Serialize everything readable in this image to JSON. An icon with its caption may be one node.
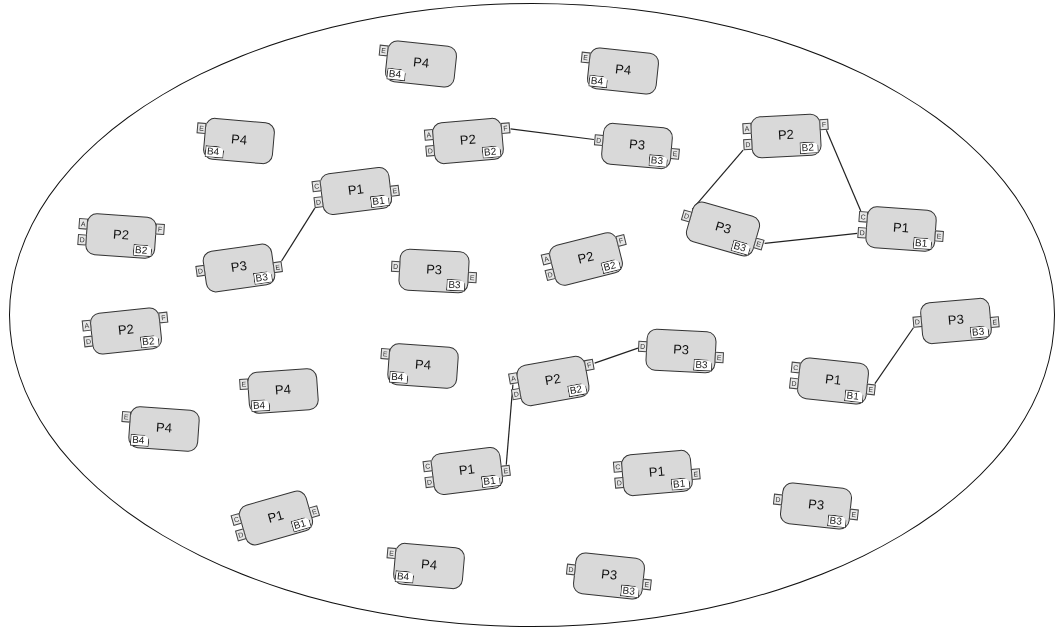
{
  "diagram": {
    "nodes": [
      {
        "text": [],
        "shape": "ellipse"
      },
      {
        "text": [
          "P4"
        ],
        "in": 0
      },
      {
        "text": [
          "E"
        ],
        "in": 1
      },
      {
        "text": [
          "B4"
        ],
        "in": 1
      },
      {
        "text": [
          "P4"
        ],
        "in": 0
      },
      {
        "text": [
          "E"
        ],
        "in": 4
      },
      {
        "text": [
          "B4"
        ],
        "in": 4
      },
      {
        "text": [
          "P4"
        ],
        "in": 0
      },
      {
        "text": [
          "E"
        ],
        "in": 7
      },
      {
        "text": [
          "B4"
        ],
        "in": 7
      },
      {
        "text": [
          "P2"
        ],
        "in": 0
      },
      {
        "text": [
          "A"
        ],
        "in": 10
      },
      {
        "text": [
          "D"
        ],
        "in": 10
      },
      {
        "text": [
          "F"
        ],
        "in": 10
      },
      {
        "text": [
          "B2"
        ],
        "in": 10
      },
      {
        "text": [
          "P3"
        ],
        "in": 0
      },
      {
        "text": [
          "D"
        ],
        "in": 15
      },
      {
        "text": [
          "E"
        ],
        "in": 15
      },
      {
        "text": [
          "B3"
        ],
        "in": 15
      },
      {
        "text": [
          "P2"
        ],
        "in": 0
      },
      {
        "text": [
          "A"
        ],
        "in": 19
      },
      {
        "text": [
          "D"
        ],
        "in": 19
      },
      {
        "text": [
          "F"
        ],
        "in": 19
      },
      {
        "text": [
          "B2"
        ],
        "in": 19
      },
      {
        "text": [
          "P1"
        ],
        "in": 0
      },
      {
        "text": [
          "C"
        ],
        "in": 24
      },
      {
        "text": [
          "D"
        ],
        "in": 24
      },
      {
        "text": [
          "E"
        ],
        "in": 24
      },
      {
        "text": [
          "B1"
        ],
        "in": 24
      },
      {
        "text": [
          "P2"
        ],
        "in": 0
      },
      {
        "text": [
          "A"
        ],
        "in": 29
      },
      {
        "text": [
          "D"
        ],
        "in": 29
      },
      {
        "text": [
          "F"
        ],
        "in": 29
      },
      {
        "text": [
          "B2"
        ],
        "in": 29
      },
      {
        "text": [
          "P3"
        ],
        "in": 0
      },
      {
        "text": [
          "D"
        ],
        "in": 34
      },
      {
        "text": [
          "E"
        ],
        "in": 34
      },
      {
        "text": [
          "B3"
        ],
        "in": 34
      },
      {
        "text": [
          "P1"
        ],
        "in": 0
      },
      {
        "text": [
          "C"
        ],
        "in": 38
      },
      {
        "text": [
          "D"
        ],
        "in": 38
      },
      {
        "text": [
          "E"
        ],
        "in": 38
      },
      {
        "text": [
          "B1"
        ],
        "in": 38
      },
      {
        "text": [
          "P3"
        ],
        "in": 0
      },
      {
        "text": [
          "D"
        ],
        "in": 43
      },
      {
        "text": [
          "E"
        ],
        "in": 43
      },
      {
        "text": [
          "B3"
        ],
        "in": 43
      },
      {
        "text": [
          "P3"
        ],
        "in": 0
      },
      {
        "text": [
          "D"
        ],
        "in": 47
      },
      {
        "text": [
          "E"
        ],
        "in": 47
      },
      {
        "text": [
          "B3"
        ],
        "in": 47
      },
      {
        "text": [
          "P2"
        ],
        "in": 0
      },
      {
        "text": [
          "A"
        ],
        "in": 51
      },
      {
        "text": [
          "D"
        ],
        "in": 51
      },
      {
        "text": [
          "F"
        ],
        "in": 51
      },
      {
        "text": [
          "B2"
        ],
        "in": 51
      },
      {
        "text": [
          "P2"
        ],
        "in": 0
      },
      {
        "text": [
          "A"
        ],
        "in": 56
      },
      {
        "text": [
          "D"
        ],
        "in": 56
      },
      {
        "text": [
          "F"
        ],
        "in": 56
      },
      {
        "text": [
          "B2"
        ],
        "in": 56
      },
      {
        "text": [
          "P3"
        ],
        "in": 0
      },
      {
        "text": [
          "D"
        ],
        "in": 61
      },
      {
        "text": [
          "E"
        ],
        "in": 61
      },
      {
        "text": [
          "B3"
        ],
        "in": 61
      },
      {
        "text": [
          "P4"
        ],
        "in": 0
      },
      {
        "text": [
          "E"
        ],
        "in": 65
      },
      {
        "text": [
          "B4"
        ],
        "in": 65
      },
      {
        "text": [
          "P3"
        ],
        "in": 0
      },
      {
        "text": [
          "D"
        ],
        "in": 68
      },
      {
        "text": [
          "E"
        ],
        "in": 68
      },
      {
        "text": [
          "B3"
        ],
        "in": 68
      },
      {
        "text": [
          "P1"
        ],
        "in": 0
      },
      {
        "text": [
          "C"
        ],
        "in": 72
      },
      {
        "text": [
          "D"
        ],
        "in": 72
      },
      {
        "text": [
          "E"
        ],
        "in": 72
      },
      {
        "text": [
          "B1"
        ],
        "in": 72
      },
      {
        "text": [
          "P4"
        ],
        "in": 0
      },
      {
        "text": [
          "E"
        ],
        "in": 77
      },
      {
        "text": [
          "B4"
        ],
        "in": 77
      },
      {
        "text": [
          "P2"
        ],
        "in": 0
      },
      {
        "text": [
          "A"
        ],
        "in": 80
      },
      {
        "text": [
          "D"
        ],
        "in": 80
      },
      {
        "text": [
          "F"
        ],
        "in": 80
      },
      {
        "text": [
          "B2"
        ],
        "in": 80
      },
      {
        "text": [
          "P4"
        ],
        "in": 0
      },
      {
        "text": [
          "E"
        ],
        "in": 85
      },
      {
        "text": [
          "B4"
        ],
        "in": 85
      },
      {
        "text": [
          "P1"
        ],
        "in": 0
      },
      {
        "text": [
          "C"
        ],
        "in": 88
      },
      {
        "text": [
          "D"
        ],
        "in": 88
      },
      {
        "text": [
          "E"
        ],
        "in": 88
      },
      {
        "text": [
          "B1"
        ],
        "in": 88
      },
      {
        "text": [
          "P1"
        ],
        "in": 0
      },
      {
        "text": [
          "C"
        ],
        "in": 93
      },
      {
        "text": [
          "D"
        ],
        "in": 93
      },
      {
        "text": [
          "E"
        ],
        "in": 93
      },
      {
        "text": [
          "B1"
        ],
        "in": 93
      },
      {
        "text": [
          "P1"
        ],
        "in": 0
      },
      {
        "text": [
          "C"
        ],
        "in": 98
      },
      {
        "text": [
          "D"
        ],
        "in": 98
      },
      {
        "text": [
          "E"
        ],
        "in": 98
      },
      {
        "text": [
          "B1"
        ],
        "in": 98
      },
      {
        "text": [
          "P3"
        ],
        "in": 0
      },
      {
        "text": [
          "D"
        ],
        "in": 103
      },
      {
        "text": [
          "E"
        ],
        "in": 103
      },
      {
        "text": [
          "B3"
        ],
        "in": 103
      },
      {
        "text": [
          "P4"
        ],
        "in": 0
      },
      {
        "text": [
          "E"
        ],
        "in": 107
      },
      {
        "text": [
          "B4"
        ],
        "in": 107
      },
      {
        "text": [
          "P3"
        ],
        "in": 0
      },
      {
        "text": [
          "D"
        ],
        "in": 110
      },
      {
        "text": [
          "E"
        ],
        "in": 110
      },
      {
        "text": [
          "B3"
        ],
        "in": 110
      }
    ],
    "edges": [
      {
        "from": 13,
        "to": 16,
        "arrow": "none"
      },
      {
        "from": 45,
        "to": 26,
        "arrow": "none"
      },
      {
        "from": 21,
        "to": 35,
        "arrow": "none"
      },
      {
        "from": 22,
        "to": 39,
        "arrow": "none"
      },
      {
        "from": 36,
        "to": 40,
        "arrow": "none"
      },
      {
        "from": 83,
        "to": 69,
        "arrow": "none"
      },
      {
        "from": 81,
        "to": 91,
        "arrow": "none"
      },
      {
        "from": 75,
        "to": 62,
        "arrow": "none"
      }
    ]
  }
}
